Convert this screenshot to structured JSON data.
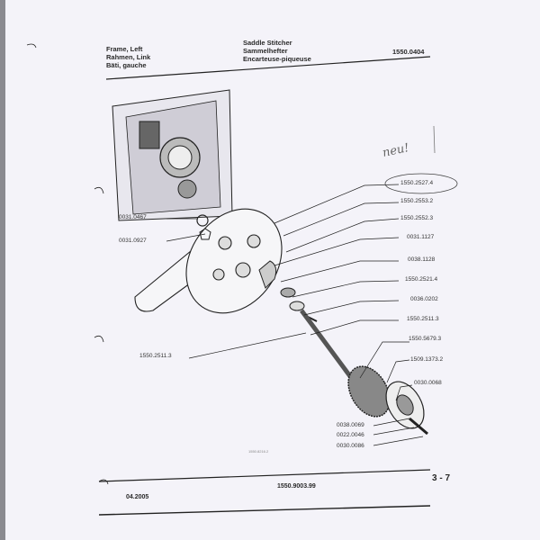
{
  "header": {
    "part_name": [
      "Frame, Left",
      "Rahmen, Link",
      "Bäti, gauche"
    ],
    "machine": [
      "Saddle Stitcher",
      "Sammelhefter",
      "Encarteuse-piqueuse"
    ],
    "doc_number": "1550.0404"
  },
  "handwritten_note": "neu!",
  "callouts_right": [
    "1550.2527.4",
    "1550.2553.2",
    "1550.2552.3",
    "0031.1127",
    "0038.1128",
    "1550.2521.4",
    "0036.0202",
    "1550.2511.3",
    "1550.5679.3",
    "1509.1373.2",
    "0030.0068"
  ],
  "callouts_left": [
    "0031.0467",
    "0031.0927",
    "1550.2511.3",
    "0038.0069",
    "0022.0046",
    "0030.0086"
  ],
  "drawing_number": "1550.8216.2",
  "footer": {
    "date": "04.2005",
    "doc_ref": "1550.9003.99",
    "page": "3 - 7"
  }
}
